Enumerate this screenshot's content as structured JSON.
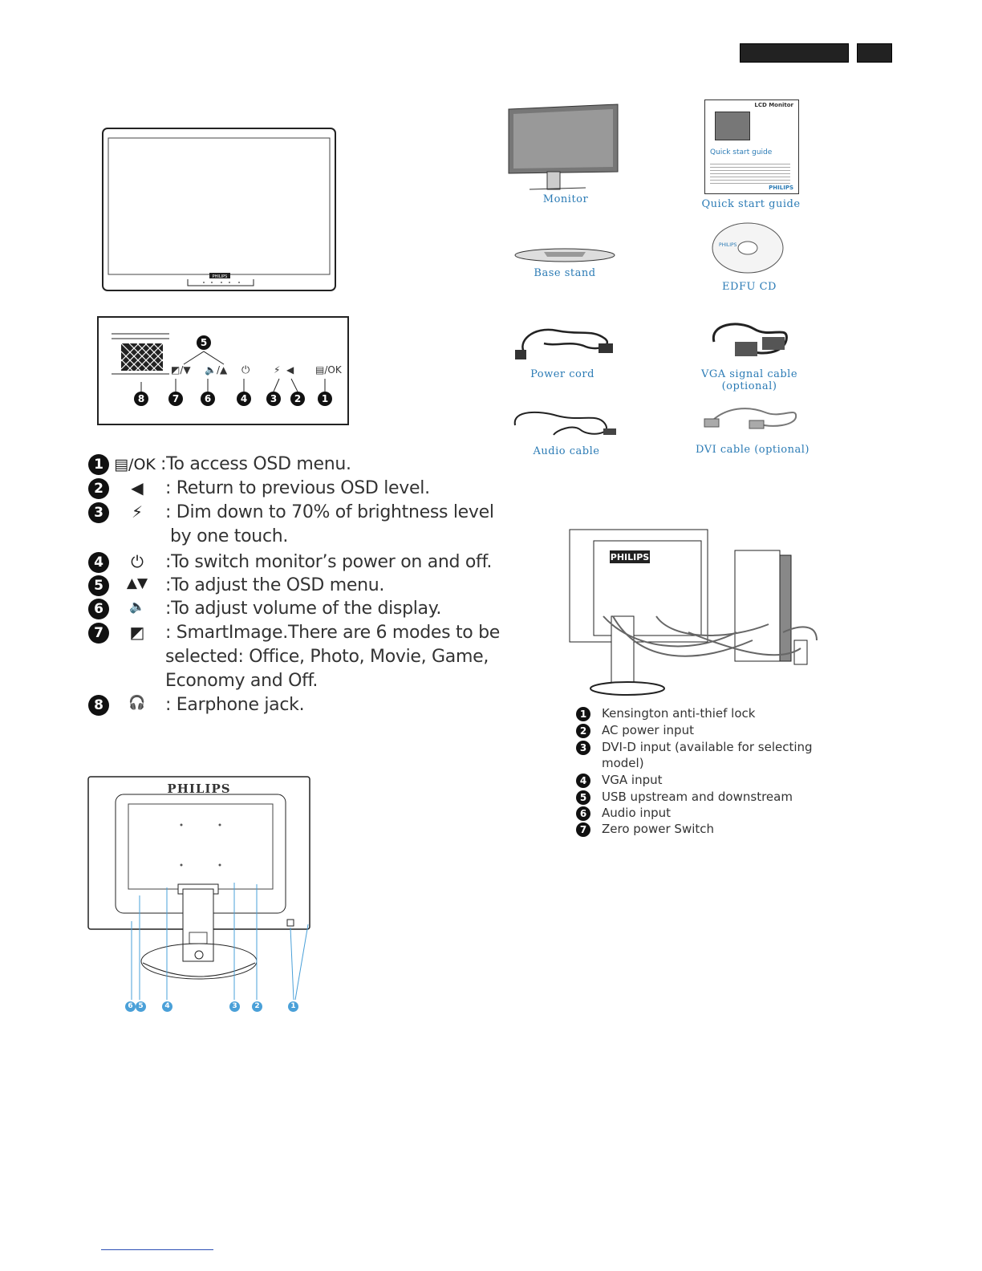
{
  "controls": [
    {
      "num": "1",
      "icon": "▤/OK",
      "text": ":To access OSD menu."
    },
    {
      "num": "2",
      "icon": "◀",
      "text": ": Return to previous OSD level."
    },
    {
      "num": "3",
      "icon": "⚡",
      "text": ": Dim down to 70% of brightness level",
      "text2": "by one touch."
    },
    {
      "num": "4",
      "icon": "⏻",
      "text": ":To switch monitor’s power on and off."
    },
    {
      "num": "5",
      "icon": "▲▼",
      "text": ":To adjust the OSD menu."
    },
    {
      "num": "6",
      "icon": "🔈",
      "text": ":To adjust volume of the display."
    },
    {
      "num": "7",
      "icon": "◩",
      "text": ": SmartImage.There are 6 modes to be",
      "text2": "selected: Office, Photo, Movie, Game,",
      "text3": "Economy and Off."
    },
    {
      "num": "8",
      "icon": "🎧",
      "text": ": Earphone jack."
    }
  ],
  "panel_buttons": {
    "btn1": "▤/OK",
    "btn2": "◀",
    "btn3": "⚡",
    "btn4": "⏻",
    "btn6": "🔈/▲",
    "btn7": "◩/▼",
    "nums": [
      "8",
      "7",
      "6",
      "4",
      "3",
      "2",
      "1"
    ],
    "top_num": "5"
  },
  "package": {
    "monitor": "Monitor",
    "qsg": "Quick start guide",
    "base": "Base stand",
    "cd": "EDFU CD",
    "power": "Power cord",
    "vga": "VGA signal cable (optional)",
    "audio": "Audio cable",
    "dvi": "DVI cable (optional)",
    "qsg_title": "LCD Monitor",
    "qsg_sub": "Quick start guide",
    "qsg_brand": "PHILIPS",
    "cd_brand": "PHILIPS"
  },
  "monitor_brand": "PHILIPS",
  "rear_brand": "PHILIPS",
  "rear_callouts": [
    "6",
    "5",
    "4",
    "3",
    "2",
    "1"
  ],
  "connection_brand": "PHILIPS",
  "connections": [
    {
      "num": "1",
      "text": "Kensington anti-thief lock"
    },
    {
      "num": "2",
      "text": "AC power input"
    },
    {
      "num": "3",
      "text": "DVI-D input (available for selecting",
      "text2": "model)"
    },
    {
      "num": "4",
      "text": "VGA input"
    },
    {
      "num": "5",
      "text": "USB upstream and downstream"
    },
    {
      "num": "6",
      "text": "Audio input"
    },
    {
      "num": "7",
      "text": "Zero power Switch"
    }
  ],
  "colors": {
    "caption": "#2b7bb5",
    "callout_blue": "#4aa0d8",
    "header_bar": "#222222"
  }
}
